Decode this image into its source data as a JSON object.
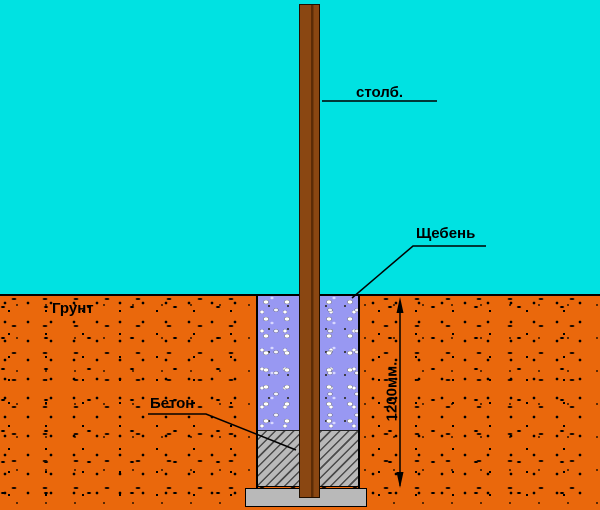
{
  "diagram": {
    "type": "fence-post-installation-cross-section",
    "labels": {
      "post": "столб.",
      "gravel": "Щебень",
      "soil": "Грунт",
      "concrete": "Бетон",
      "depth": "1200мм."
    },
    "dimensions": {
      "hole_depth_mm": 1200
    },
    "colors": {
      "sky": "#00e2e2",
      "soil": "#ea680c",
      "post_brown": "#8a4712",
      "gravel_blue": "#9898f2",
      "concrete_gray": "#b9b9b9",
      "line_black": "#000000"
    }
  }
}
